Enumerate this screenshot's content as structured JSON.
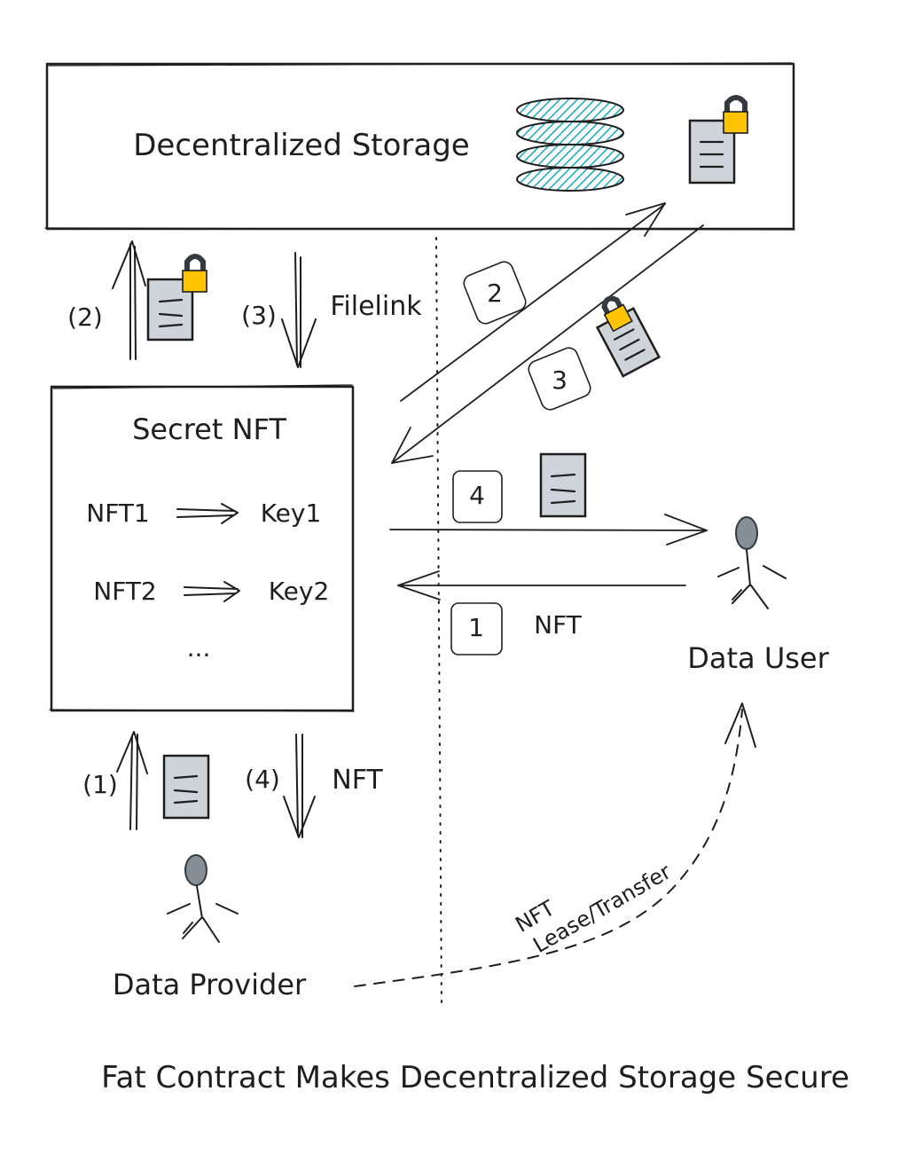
{
  "storage": {
    "title": "Decentralized Storage"
  },
  "secret_nft": {
    "title": "Secret NFT",
    "rows": [
      {
        "nft": "NFT1",
        "key": "Key1"
      },
      {
        "nft": "NFT2",
        "key": "Key2"
      }
    ],
    "ellipsis": "..."
  },
  "left_flow": {
    "step2": "(2)",
    "step3": "(3)",
    "filelink": "Filelink",
    "step1": "(1)",
    "step4": "(4)",
    "nft": "NFT"
  },
  "right_flow": {
    "badge1": "1",
    "badge2": "2",
    "badge3": "3",
    "badge4": "4",
    "nft": "NFT"
  },
  "actors": {
    "data_user": "Data User",
    "data_provider": "Data Provider"
  },
  "lease": {
    "line1": "NFT",
    "line2": "Lease/Transfer"
  },
  "caption": "Fat Contract Makes Decentralized Storage Secure",
  "colors": {
    "stroke": "#1e1e1e",
    "document": "#ced4da",
    "lock": "#ffc400",
    "storage_hatch": "#15aabf",
    "person_head": "#868e96"
  },
  "icons": [
    "database-icon",
    "document-icon",
    "lock-icon",
    "person-icon",
    "arrow-icon"
  ]
}
